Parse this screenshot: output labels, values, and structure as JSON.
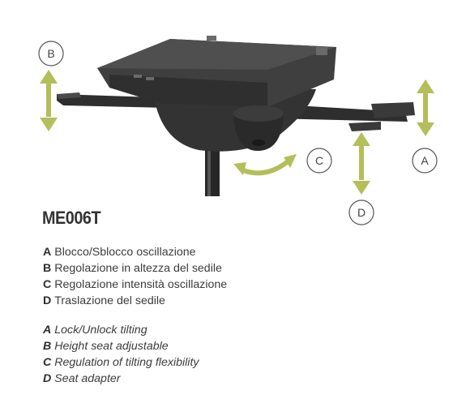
{
  "product": {
    "code": "ME006T"
  },
  "callouts": {
    "a": "A",
    "b": "B",
    "c": "C",
    "d": "D"
  },
  "legend_it": [
    {
      "letter": "A",
      "text": "Blocco/Sblocco oscillazione"
    },
    {
      "letter": "B",
      "text": "Regolazione in altezza del sedile"
    },
    {
      "letter": "C",
      "text": "Regolazione intensità oscillazione"
    },
    {
      "letter": "D",
      "text": "Traslazione del sedile"
    }
  ],
  "legend_en": [
    {
      "letter": "A",
      "text": "Lock/Unlock tilting"
    },
    {
      "letter": "B",
      "text": "Height seat adjustable"
    },
    {
      "letter": "C",
      "text": "Regulation of tilting flexibility"
    },
    {
      "letter": "D",
      "text": "Seat adapter"
    }
  ],
  "colors": {
    "arrow": "#b4be5a",
    "mechanism": "#3b3b3b",
    "text": "#3a3a3a"
  }
}
